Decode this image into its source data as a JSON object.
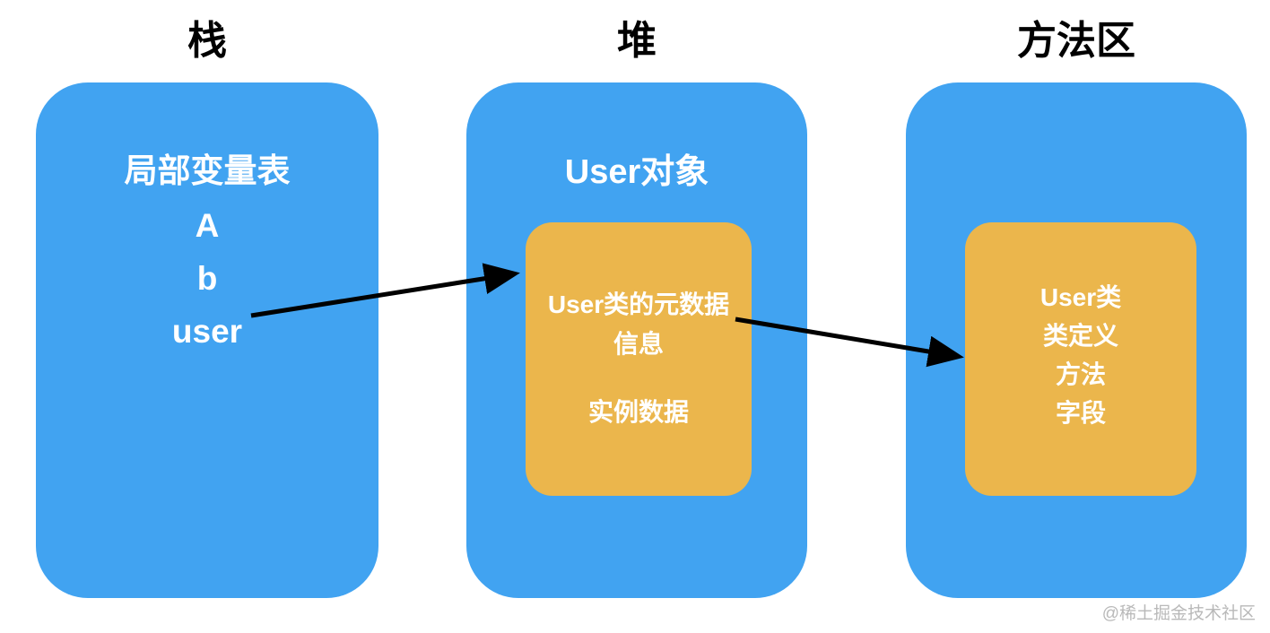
{
  "titles": {
    "stack": "栈",
    "heap": "堆",
    "method_area": "方法区"
  },
  "stack": {
    "items": [
      "局部变量表",
      "A",
      "b",
      "user"
    ]
  },
  "heap": {
    "title": "User对象",
    "box": {
      "line1": "User类的元数据",
      "line2": "信息",
      "line3": "实例数据"
    }
  },
  "method_area": {
    "box": {
      "lines": [
        "User类",
        "类定义",
        "方法",
        "字段"
      ]
    }
  },
  "watermark": "@稀土掘金技术社区",
  "colors": {
    "region_blue": "#41a3f1",
    "inner_orange": "#ebb64c",
    "arrow": "#000000",
    "title_text": "#000000",
    "region_text": "#ffffff"
  }
}
